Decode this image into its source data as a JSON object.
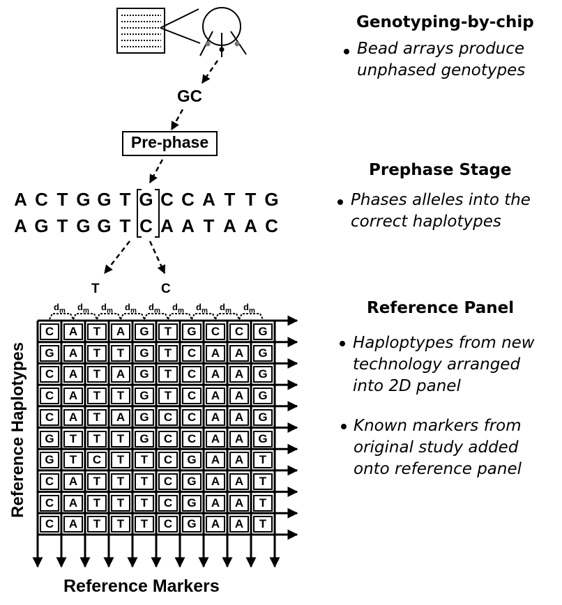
{
  "headings": {
    "genotyping": "Genotyping-by-chip",
    "prephase": "Prephase Stage",
    "reference": "Reference Panel"
  },
  "bullets": {
    "genotyping": [
      "Bead arrays produce",
      "unphased genotypes"
    ],
    "prephase": [
      "Phases alleles into the",
      "correct haplotypes"
    ],
    "reference_1": [
      "Haploptypes from new",
      "technology arranged",
      "into 2D panel"
    ],
    "reference_2": [
      "Known markers from",
      "original study added",
      "onto reference panel"
    ]
  },
  "labels": {
    "gc": "GC",
    "prephase_box": "Pre-phase",
    "allele_left": "T",
    "allele_right": "C",
    "y_axis": "Reference Haplotypes",
    "x_axis": "Reference Markers",
    "dm_base": "d",
    "dm_sub": "m"
  },
  "sequences": {
    "top": [
      "A",
      "C",
      "T",
      "G",
      "G",
      "T",
      "G",
      "C",
      "C",
      "A",
      "T",
      "T",
      "G"
    ],
    "bottom": [
      "A",
      "G",
      "T",
      "G",
      "G",
      "T",
      "C",
      "A",
      "A",
      "T",
      "A",
      "A",
      "C"
    ],
    "highlight_index": 6
  },
  "panel": [
    [
      "C",
      "A",
      "T",
      "A",
      "G",
      "T",
      "G",
      "C",
      "C",
      "G"
    ],
    [
      "G",
      "A",
      "T",
      "T",
      "G",
      "T",
      "C",
      "A",
      "A",
      "G"
    ],
    [
      "C",
      "A",
      "T",
      "A",
      "G",
      "T",
      "C",
      "A",
      "A",
      "G"
    ],
    [
      "C",
      "A",
      "T",
      "T",
      "G",
      "T",
      "C",
      "A",
      "A",
      "G"
    ],
    [
      "C",
      "A",
      "T",
      "A",
      "G",
      "C",
      "C",
      "A",
      "A",
      "G"
    ],
    [
      "G",
      "T",
      "T",
      "T",
      "G",
      "C",
      "C",
      "A",
      "A",
      "G"
    ],
    [
      "G",
      "T",
      "C",
      "T",
      "T",
      "C",
      "G",
      "A",
      "A",
      "T"
    ],
    [
      "C",
      "A",
      "T",
      "T",
      "T",
      "C",
      "G",
      "A",
      "A",
      "T"
    ],
    [
      "C",
      "A",
      "T",
      "T",
      "T",
      "C",
      "G",
      "A",
      "A",
      "T"
    ],
    [
      "C",
      "A",
      "T",
      "T",
      "T",
      "C",
      "G",
      "A",
      "A",
      "T"
    ]
  ]
}
